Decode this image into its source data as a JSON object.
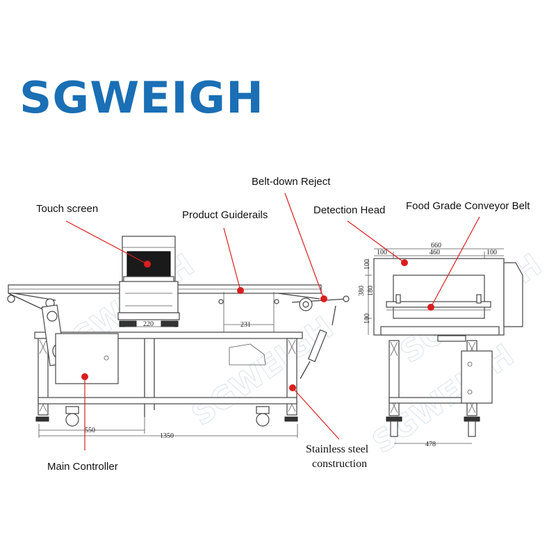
{
  "brand": {
    "logo_text": "SGWEIGH",
    "color": "#1a6fb5"
  },
  "labels": {
    "touch_screen": "Touch screen",
    "product_guiderails": "Product Guiderails",
    "belt_down_reject": "Belt-down Reject",
    "detection_head": "Detection Head",
    "conveyor_belt": "Food Grade Conveyor Belt",
    "main_controller": "Main Controller",
    "stainless_line1": "Stainless steel",
    "stainless_line2": "construction"
  },
  "dimensions": {
    "d220": "220",
    "d231": "231",
    "d550": "550",
    "d1350": "1350",
    "d660": "660",
    "d100_left": "100",
    "d460": "460",
    "d100_right": "100",
    "d100_top": "100",
    "d380": "380",
    "d180": "180",
    "d100_bottom": "100",
    "d478": "478"
  },
  "colors": {
    "marker": "#d91e1e",
    "leader": "#d91e1e"
  }
}
